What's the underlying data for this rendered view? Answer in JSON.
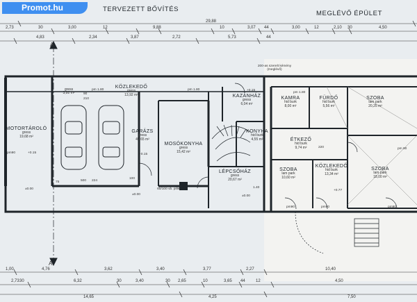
{
  "badge": "Promot.hu",
  "headers": {
    "left": "TERVEZETT BŐVÍTÉS",
    "right": "MEGLÉVŐ ÉPÜLET"
  },
  "section_marks": [
    "A",
    "A"
  ],
  "dims_top_total": "29,88",
  "dims_top_row1": [
    "2,73",
    "30",
    "3,00",
    "12",
    "9,88",
    "10",
    "3,07",
    "44",
    "3,00",
    "12",
    "2,10",
    "30",
    "4,50"
  ],
  "dims_top_row2": [
    "4,83",
    "2,34",
    "3,87",
    "2,72",
    "5,73",
    "44"
  ],
  "dims_bottom_row1": [
    "1,00",
    "4,76",
    "3,62",
    "3,40",
    "3,77",
    "2,27",
    "10,40"
  ],
  "dims_bottom_row2": [
    "2,73",
    "30",
    "6,32",
    "30",
    "3,40",
    "30",
    "2,65",
    "10",
    "3,65",
    "44",
    "12",
    "4,50"
  ],
  "dims_bottom_row3": [
    "14,65",
    "4,25",
    "7,50"
  ],
  "rooms": [
    {
      "id": "motortarolo",
      "name": "MOTORTÁROLÓ",
      "floor": "gress",
      "area": "19,68 m²"
    },
    {
      "id": "gardrob",
      "name": "",
      "floor": "gress",
      "area": "3,92 m²"
    },
    {
      "id": "kozlekedo1",
      "name": "KÖZLEKEDŐ",
      "floor": "gress",
      "area": "13,92 m²"
    },
    {
      "id": "garazs",
      "name": "GARÁZS",
      "floor": "gress",
      "area": "45,65 m²"
    },
    {
      "id": "mosokonyha",
      "name": "MOSÓKONYHA",
      "floor": "gress",
      "area": "15,42 m²"
    },
    {
      "id": "kazanhaz",
      "name": "KAZÁNHÁZ",
      "floor": "gress",
      "area": "6,04 m²"
    },
    {
      "id": "lepcsohaz",
      "name": "LÉPCSŐHÁZ",
      "floor": "gress",
      "area": "20,67 m²"
    },
    {
      "id": "konyha",
      "name": "KONYHA",
      "floor": "hid burk",
      "area": "4,55 m²"
    },
    {
      "id": "kamra",
      "name": "KAMRA",
      "floor": "hid burk",
      "area": "8,00 m²"
    },
    {
      "id": "furdo",
      "name": "FÜRDŐ",
      "floor": "hid burk",
      "area": "5,56 m²"
    },
    {
      "id": "szoba1",
      "name": "SZOBA",
      "floor": "lam park",
      "area": "20,25 m²"
    },
    {
      "id": "etkezo",
      "name": "ÉTKEZŐ",
      "floor": "hid burk",
      "area": "9,74 m²"
    },
    {
      "id": "szoba2",
      "name": "SZOBA",
      "floor": "lam park",
      "area": "10,60 m²"
    },
    {
      "id": "kozlekedo2",
      "name": "KÖZLEKEDŐ",
      "floor": "hid burk",
      "area": "13,34 m²"
    },
    {
      "id": "szoba3",
      "name": "SZOBA",
      "floor": "lam park",
      "area": "18,00 m²"
    }
  ],
  "notes": {
    "chimney": "200-as szerelt kémény (meglévő)",
    "pillar": "60/100 vb. pillér",
    "lvl_015_a": "+0.15",
    "lvl_015_b": "+0.15",
    "lvl_015_c": "+0.15",
    "lvl_000_a": "±0.00",
    "lvl_000_b": "±0.00",
    "lvl_000_c": "±0.00",
    "lvl_077": "+0.77",
    "pm180_a": "pm 1.80",
    "pm180_b": "pm 1.80",
    "pm180_c": "pm 1.80",
    "pm90_a": "pm90",
    "pm90_b": "pm90",
    "pm90_c": "pm90",
    "pm90_d": "pm 90",
    "pm90_e": "pm90",
    "d90": "90",
    "d210": "210",
    "d75": "75",
    "d224": "224",
    "d500": "500",
    "d100": "100",
    "d220": "220",
    "d140": "1.40"
  },
  "colors": {
    "paper": "#e9edf0",
    "ink": "#1e2429",
    "badge": "#3f8ff0",
    "existing": "#f3f3f1"
  }
}
